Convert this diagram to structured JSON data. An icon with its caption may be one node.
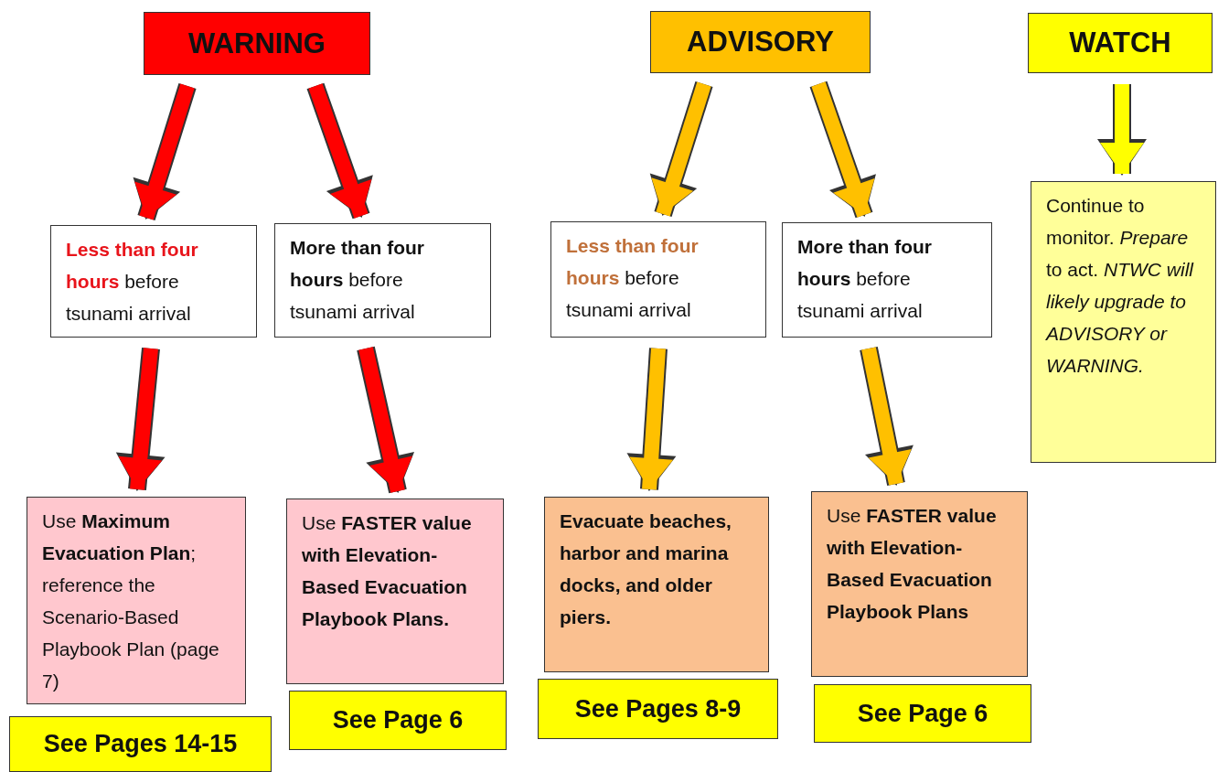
{
  "diagram": {
    "nodes": [
      {
        "text": [
          "WARNING"
        ]
      },
      {
        "text": [
          "ADVISORY"
        ]
      },
      {
        "text": [
          "WATCH"
        ]
      },
      {
        "text": [
          "**Less than four hours** before tsunami arrival"
        ]
      },
      {
        "text": [
          "**More than four hours** before tsunami arrival"
        ]
      },
      {
        "text": [
          "**Less than four hours** before tsunami arrival"
        ]
      },
      {
        "text": [
          "**More than four hours** before tsunami arrival"
        ]
      },
      {
        "text": [
          "Continue to monitor. *Prepare* to act. *NTWC will likely upgrade to ADVISORY or WARNING.*"
        ]
      },
      {
        "text": [
          "Use **Maximum Evacuation Plan**; reference the Scenario-Based Playbook Plan (page 7)"
        ]
      },
      {
        "text": [
          "Use **FASTER value with Elevation-Based Evacuation Playbook Plans.**"
        ]
      },
      {
        "text": [
          "Evacuate beaches, harbor and marina docks, and older piers."
        ]
      },
      {
        "text": [
          "Use **FASTER value with Elevation-Based Evacuation Playbook Plans**"
        ]
      },
      {
        "text": [
          "See Pages 14-15"
        ]
      },
      {
        "text": [
          "See Page 6"
        ]
      },
      {
        "text": [
          "See Pages 8-9"
        ]
      },
      {
        "text": [
          "See Page 6"
        ]
      }
    ],
    "edges": [
      {
        "from": 0,
        "to": 3,
        "arrow": "to",
        "color": "#ff0000"
      },
      {
        "from": 0,
        "to": 4,
        "arrow": "to",
        "color": "#ff0000"
      },
      {
        "from": 1,
        "to": 5,
        "arrow": "to",
        "color": "#ffc000"
      },
      {
        "from": 1,
        "to": 6,
        "arrow": "to",
        "color": "#ffc000"
      },
      {
        "from": 2,
        "to": 7,
        "arrow": "to",
        "color": "#ffff00"
      },
      {
        "from": 3,
        "to": 8,
        "arrow": "to",
        "color": "#ff0000"
      },
      {
        "from": 4,
        "to": 9,
        "arrow": "to",
        "color": "#ff0000"
      },
      {
        "from": 5,
        "to": 10,
        "arrow": "to",
        "color": "#ffc000"
      },
      {
        "from": 6,
        "to": 11,
        "arrow": "to",
        "color": "#ffc000"
      }
    ]
  }
}
